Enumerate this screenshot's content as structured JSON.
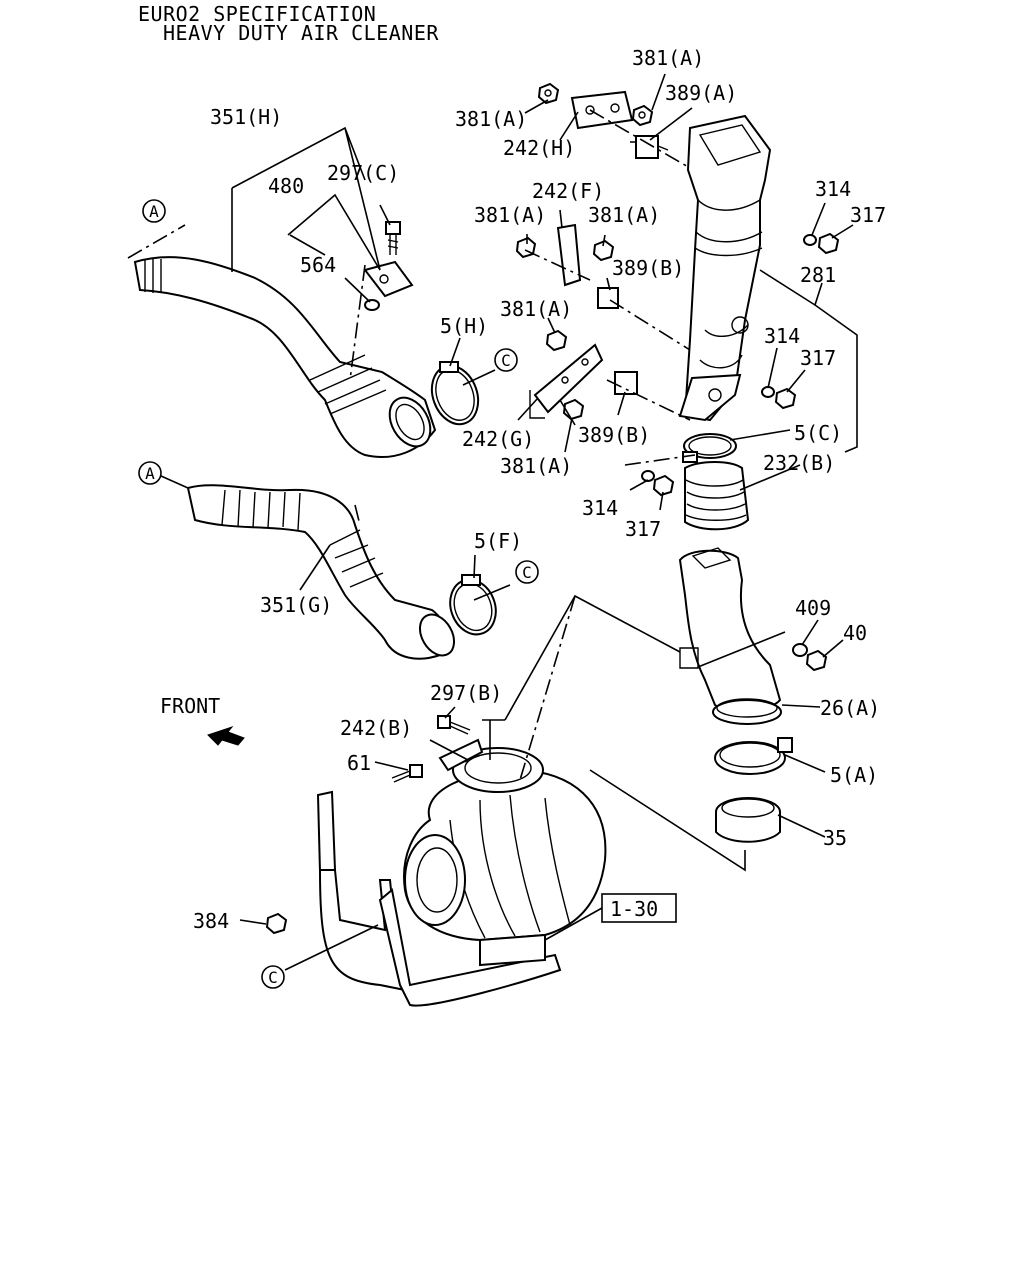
{
  "title": {
    "line1": "EURO2 SPECIFICATION",
    "line2": "HEAVY DUTY AIR CLEANER"
  },
  "front": {
    "label": "FRONT"
  },
  "ref_box": {
    "label": "1-30"
  },
  "callouts": {
    "p381a_top": "381(A)",
    "p381a_left": "381(A)",
    "p389a": "389(A)",
    "p242h": "242(H)",
    "p351h": "351(H)",
    "p297c": "297(C)",
    "p480": "480",
    "p564": "564",
    "p242f": "242(F)",
    "p381a_f_left": "381(A)",
    "p381a_f_right": "381(A)",
    "p389b_top": "389(B)",
    "p314_top": "314",
    "p317_top": "317",
    "p281": "281",
    "p381a_mid": "381(A)",
    "p314_mid": "314",
    "p317_mid": "317",
    "p5h": "5(H)",
    "p242g": "242(G)",
    "p389b_low": "389(B)",
    "p381a_low": "381(A)",
    "p5c": "5(C)",
    "p232b": "232(B)",
    "p314_low": "314",
    "p317_low": "317",
    "p5f": "5(F)",
    "p351g": "351(G)",
    "p409": "409",
    "p40": "40",
    "p297b": "297(B)",
    "p242b": "242(B)",
    "p26a": "26(A)",
    "p61": "61",
    "p5a": "5(A)",
    "p35": "35",
    "p384": "384"
  },
  "circle_refs": {
    "a1": "A",
    "a2": "A",
    "c1": "C",
    "c2": "C",
    "c3": "C"
  }
}
